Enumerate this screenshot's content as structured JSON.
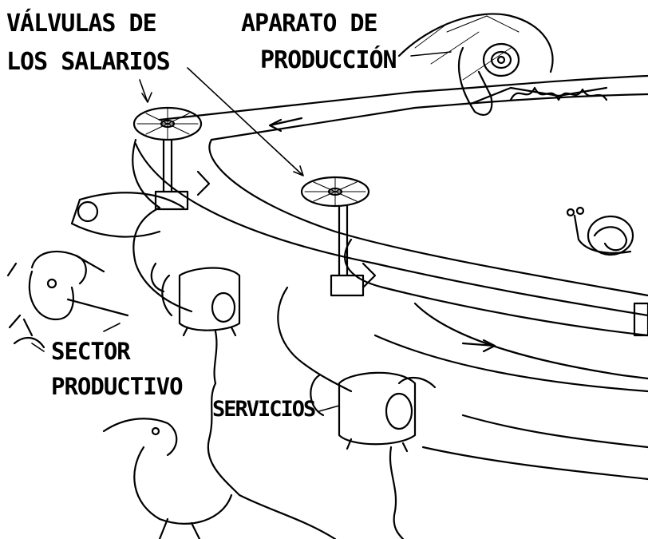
{
  "labels": {
    "valves_line1": "VÁLVULAS DE",
    "valves_line2": "LOS SALARIOS",
    "apparatus_line1": "APARATO DE",
    "apparatus_line2": "PRODUCCIÓN",
    "sector_line1": "SECTOR",
    "sector_line2": "PRODUCTIVO",
    "services": "SERVICIOS"
  }
}
